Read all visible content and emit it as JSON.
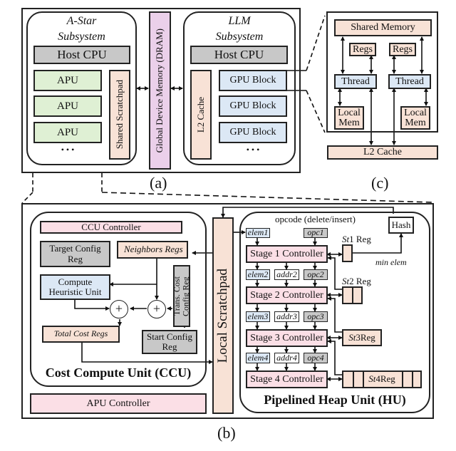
{
  "panel_a": {
    "caption": "(a)",
    "astar": {
      "title_line1": "A-Star",
      "title_line2": "Subsystem",
      "host_cpu": "Host CPU",
      "apus": [
        "APU",
        "APU",
        "APU"
      ],
      "ellipsis": "• • •",
      "shared_scratchpad": "Shared Scratchpad"
    },
    "global_memory": "Global Device Memory (DRAM)",
    "llm": {
      "title_line1": "LLM",
      "title_line2": "Subsystem",
      "host_cpu": "Host CPU",
      "l2_cache": "L2 Cache",
      "gpu_blocks": [
        "GPU Block",
        "GPU Block",
        "GPU Block"
      ],
      "ellipsis": "• • •"
    }
  },
  "panel_c": {
    "caption": "(c)",
    "shared_memory": "Shared Memory",
    "regs": [
      "Regs",
      "Regs"
    ],
    "threads": [
      "Thread",
      "Thread"
    ],
    "local_mem": [
      "Local Mem",
      "Local Mem"
    ],
    "l2_cache": "L2 Cache"
  },
  "panel_b": {
    "caption": "(b)",
    "ccu": {
      "title": "Cost Compute Unit (CCU)",
      "controller": "CCU Controller",
      "target_config": "Target Config Reg",
      "neighbors_regs": "Neighbors Regs",
      "heuristic": "Compute Heuristic Unit",
      "trans_cost": "Trans. Cost Config Reg",
      "total_cost": "Total Cost Regs",
      "start_config": "Start Config Reg",
      "adder_symbol": "+"
    },
    "apu_controller": "APU Controller",
    "local_scratchpad": "Local Scratchpad",
    "hu": {
      "title": "Pipelined Heap Unit (HU)",
      "opcode_label": "opcode (delete/insert)",
      "hash": "Hash",
      "min_elem": "min elem",
      "stage_inputs": [
        {
          "elem": "elem1",
          "addr": "",
          "opc": "opc1"
        },
        {
          "elem": "elem2",
          "addr": "addr2",
          "opc": "opc2"
        },
        {
          "elem": "elem3",
          "addr": "addr3",
          "opc": "opc3"
        },
        {
          "elem": "elem4",
          "addr": "addr4",
          "opc": "opc4"
        }
      ],
      "stages": [
        "Stage 1 Controller",
        "Stage 2 Controller",
        "Stage 3 Controller",
        "Stage 4 Controller"
      ],
      "st_regs": [
        {
          "prefix": "St",
          "num": "1",
          "suffix": " Reg"
        },
        {
          "prefix": "St",
          "num": "2",
          "suffix": " Reg"
        },
        {
          "prefix": "St",
          "num": "3",
          "suffix": " Reg"
        },
        {
          "prefix": "St",
          "num": "4",
          "suffix": " Reg"
        }
      ]
    }
  }
}
